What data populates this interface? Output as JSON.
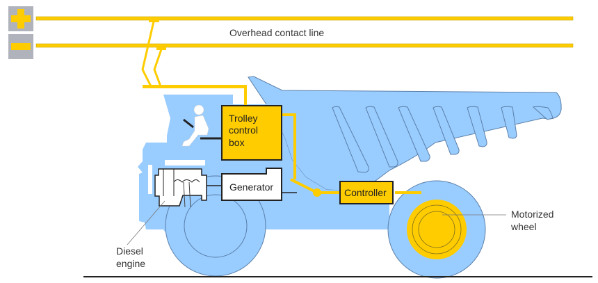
{
  "diagram": {
    "colors": {
      "body": "#99CCFF",
      "yellow": "#FFCC00",
      "terminal_bg": "#B0B3BC",
      "outline": "#222222"
    },
    "terminals": {
      "positive_icon": "plus-icon",
      "negative_icon": "minus-icon"
    },
    "labels": {
      "overhead_line": "Overhead contact line",
      "trolley_box_line1": "Trolley",
      "trolley_box_line2": "control",
      "trolley_box_line3": "box",
      "generator": "Generator",
      "controller": "Controller",
      "motorized_wheel_line1": "Motorized",
      "motorized_wheel_line2": "wheel",
      "diesel_engine_line1": "Diesel",
      "diesel_engine_line2": "engine"
    }
  }
}
